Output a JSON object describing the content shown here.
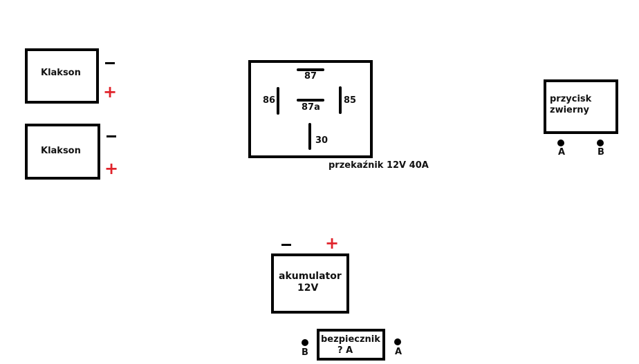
{
  "horn1": {
    "label": "Klakson",
    "neg": "−",
    "pos": "+"
  },
  "horn2": {
    "label": "Klakson",
    "neg": "−",
    "pos": "+"
  },
  "relay": {
    "pins": {
      "p87": "87",
      "p87a": "87a",
      "p86": "86",
      "p85": "85",
      "p30": "30"
    },
    "caption": "przekaźnik 12V 40A"
  },
  "button": {
    "line1": "przycisk",
    "line2": "zwierny",
    "term_a": "A",
    "term_b": "B"
  },
  "battery": {
    "line1": "akumulator",
    "line2": "12V",
    "neg": "−",
    "pos": "+"
  },
  "fuse": {
    "line1": "bezpiecznik",
    "line2": "? A",
    "term_b": "B",
    "term_a": "A"
  },
  "colors": {
    "positive": "#e0232b",
    "stroke": "#000000",
    "background": "#ffffff"
  }
}
